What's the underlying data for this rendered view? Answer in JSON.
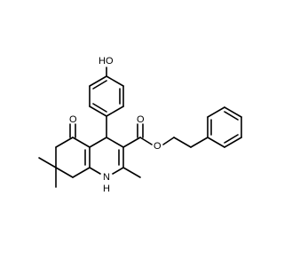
{
  "structure": {
    "atoms": {
      "hydroxyl": "HO",
      "ketone_oxygen": "O",
      "ester_carbonyl_oxygen": "O",
      "ester_ether_oxygen": "O",
      "ring_nitrogen": "N",
      "ring_nitrogen_hydrogen": "H"
    }
  }
}
